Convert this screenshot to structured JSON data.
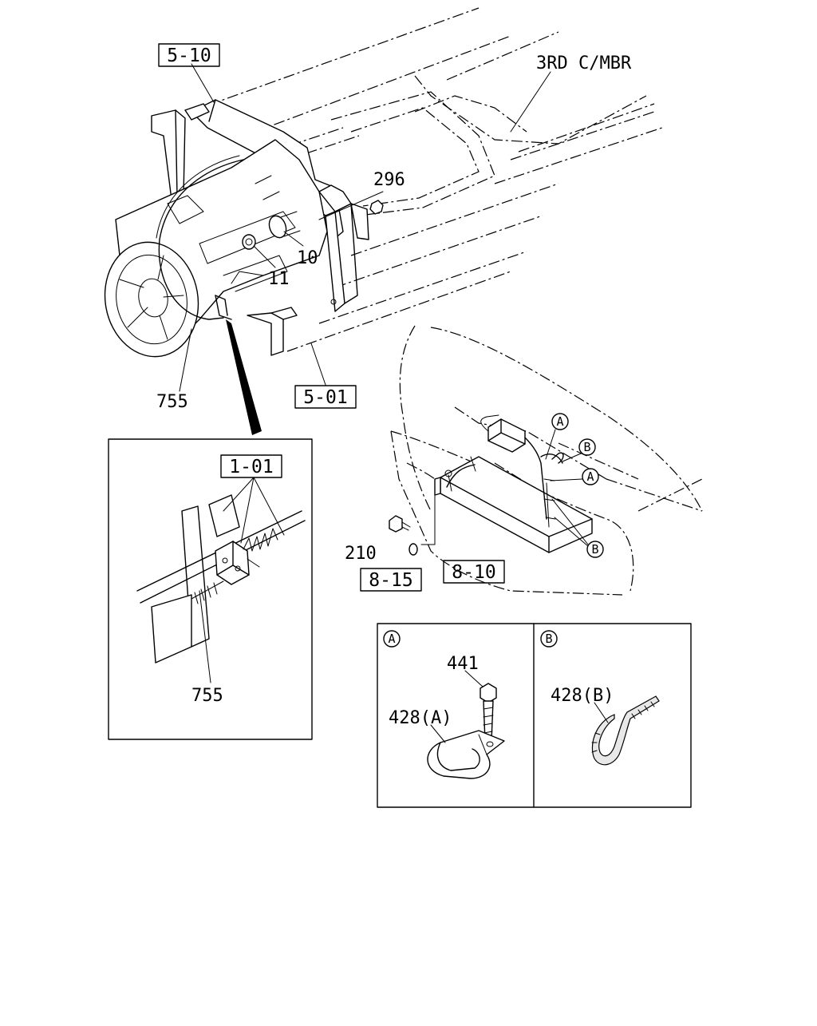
{
  "callouts": {
    "ref_5_10": "5-10",
    "ref_5_01": "5-01",
    "ref_1_01": "1-01",
    "ref_8_10": "8-10",
    "ref_8_15": "8-15",
    "frame_label": "3RD C/MBR",
    "part_296": "296",
    "part_10": "10",
    "part_11": "11",
    "part_755_main": "755",
    "part_755_detail": "755",
    "part_210": "210",
    "marker_a": "A",
    "marker_b": "B"
  },
  "legend": {
    "panel_a": {
      "marker": "A",
      "bolt": "441",
      "clip": "428(A)"
    },
    "panel_b": {
      "marker": "B",
      "tie": "428(B)"
    }
  }
}
